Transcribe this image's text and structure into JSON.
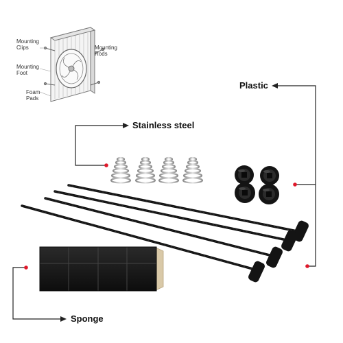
{
  "labels": {
    "plastic": "Plastic",
    "stainless_steel": "Stainless steel",
    "sponge": "Sponge"
  },
  "inset": {
    "mounting_clips": [
      "Mounting",
      "Clips"
    ],
    "mounting_rods": [
      "Mounting",
      "Rods"
    ],
    "mounting_foot": [
      "Mounting",
      "Foot"
    ],
    "foam_pads": [
      "Foam",
      "Pads"
    ]
  },
  "colors": {
    "callout_dot": "#e0192b",
    "callout_line": "#222222",
    "part_black": "#141414",
    "spring_steel": "#bdbdbd"
  },
  "icons": {
    "arrow": "arrow-left-icon",
    "dot": "callout-dot-icon"
  }
}
